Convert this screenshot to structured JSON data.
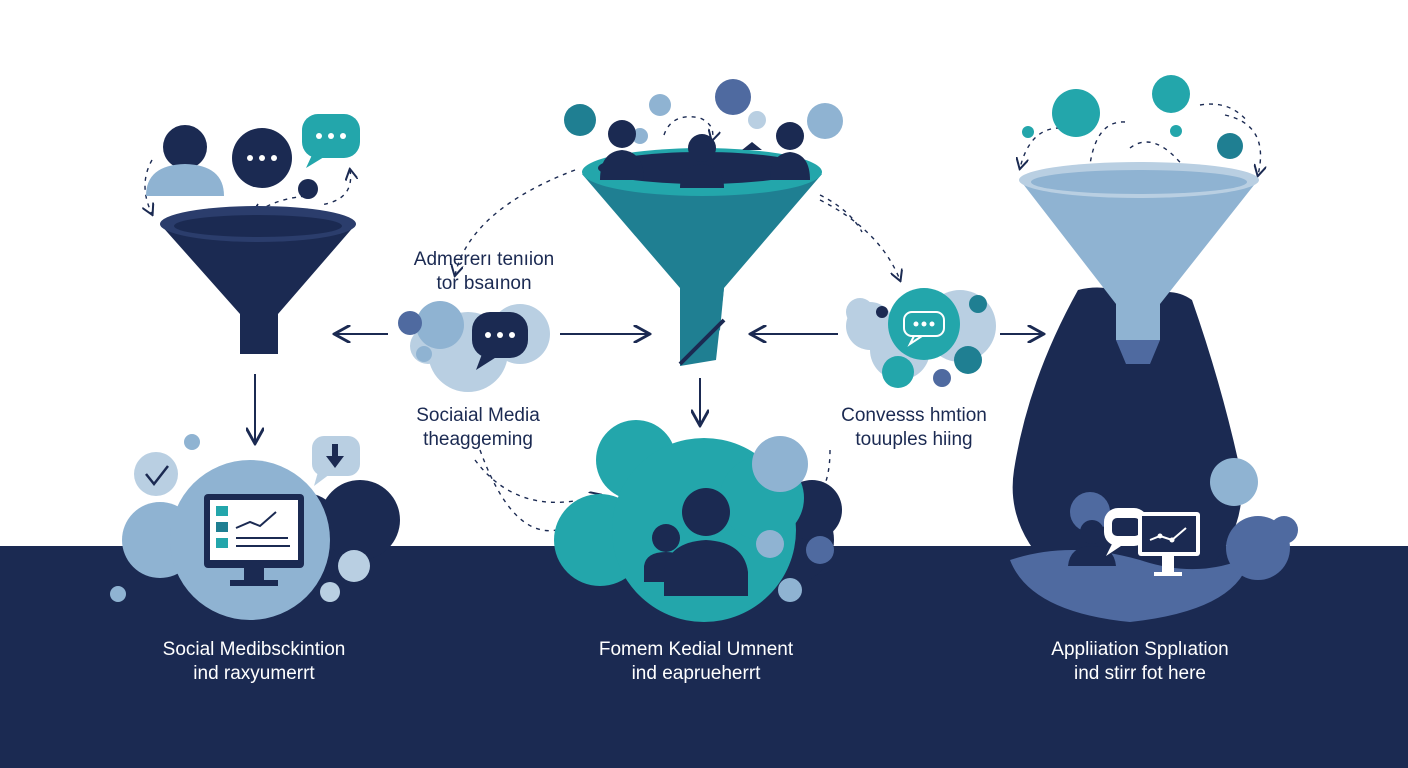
{
  "colors": {
    "navy": "#1b2a52",
    "teal": "#23a6ab",
    "deep_teal": "#1f7f92",
    "light_blue": "#8fb3d2",
    "pale_blue": "#b9cfe2",
    "mid_blue": "#4f6aa0",
    "white": "#ffffff"
  },
  "labels": {
    "center_top": {
      "line1": "Admererı tenıion",
      "line2": "tor bsaınon"
    },
    "center_mid": {
      "line1": "Sociaial Media",
      "line2": "theaggeming"
    },
    "right_mid": {
      "line1": "Convesss hmtion",
      "line2": "touuples hiing"
    },
    "bottom_left": {
      "line1": "Social Medibsckintion",
      "line2": "ind rахуumerrt"
    },
    "bottom_center": {
      "line1": "Fomem Kedial Umnent",
      "line2": "ind eaprueherrt"
    },
    "bottom_right": {
      "line1": "Appliiation Spplıation",
      "line2": "ind stirr fot here"
    }
  },
  "icons": [
    "funnel-icon",
    "person-icon",
    "chat-bubble-icon",
    "monitor-chart-icon",
    "download-icon",
    "checkmark-icon",
    "arrow-icon"
  ]
}
